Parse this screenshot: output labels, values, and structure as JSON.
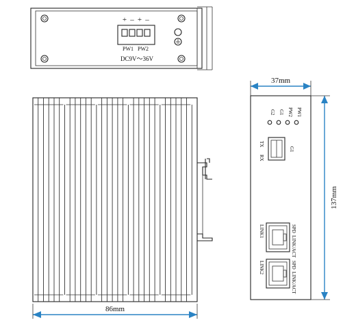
{
  "top_view": {
    "signs": [
      "+",
      "–",
      "+",
      "–"
    ],
    "pw1": "PW1",
    "pw2": "PW2",
    "voltage": "DC9V～36V"
  },
  "front_panel": {
    "leds": [
      "G2",
      "G1",
      "PW2",
      "PW1"
    ],
    "tx": "TX",
    "rx": "RX",
    "g1": "G1",
    "link1": "LINK1",
    "link2": "LINK2",
    "port1_labels": [
      "SPD",
      "LINK/ACT"
    ],
    "port2_labels": [
      "SPD",
      "LINK/ACT"
    ]
  },
  "dimensions": {
    "depth": "86mm",
    "width": "37mm",
    "height": "137mm"
  }
}
